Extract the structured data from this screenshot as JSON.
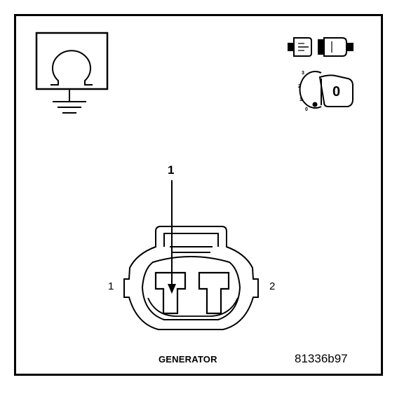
{
  "callout": "1",
  "pins": {
    "left": "1",
    "right": "2"
  },
  "connector_name": "GENERATOR",
  "figure_id": "81336b97",
  "ignition_switch": {
    "positions": [
      "3",
      "2",
      "1",
      "0"
    ],
    "key_letter": "0"
  },
  "icons": {
    "meter": "ohmmeter-ground-icon",
    "disconnect": "disconnect-connector-icon",
    "ignition": "ignition-key-off-icon"
  }
}
